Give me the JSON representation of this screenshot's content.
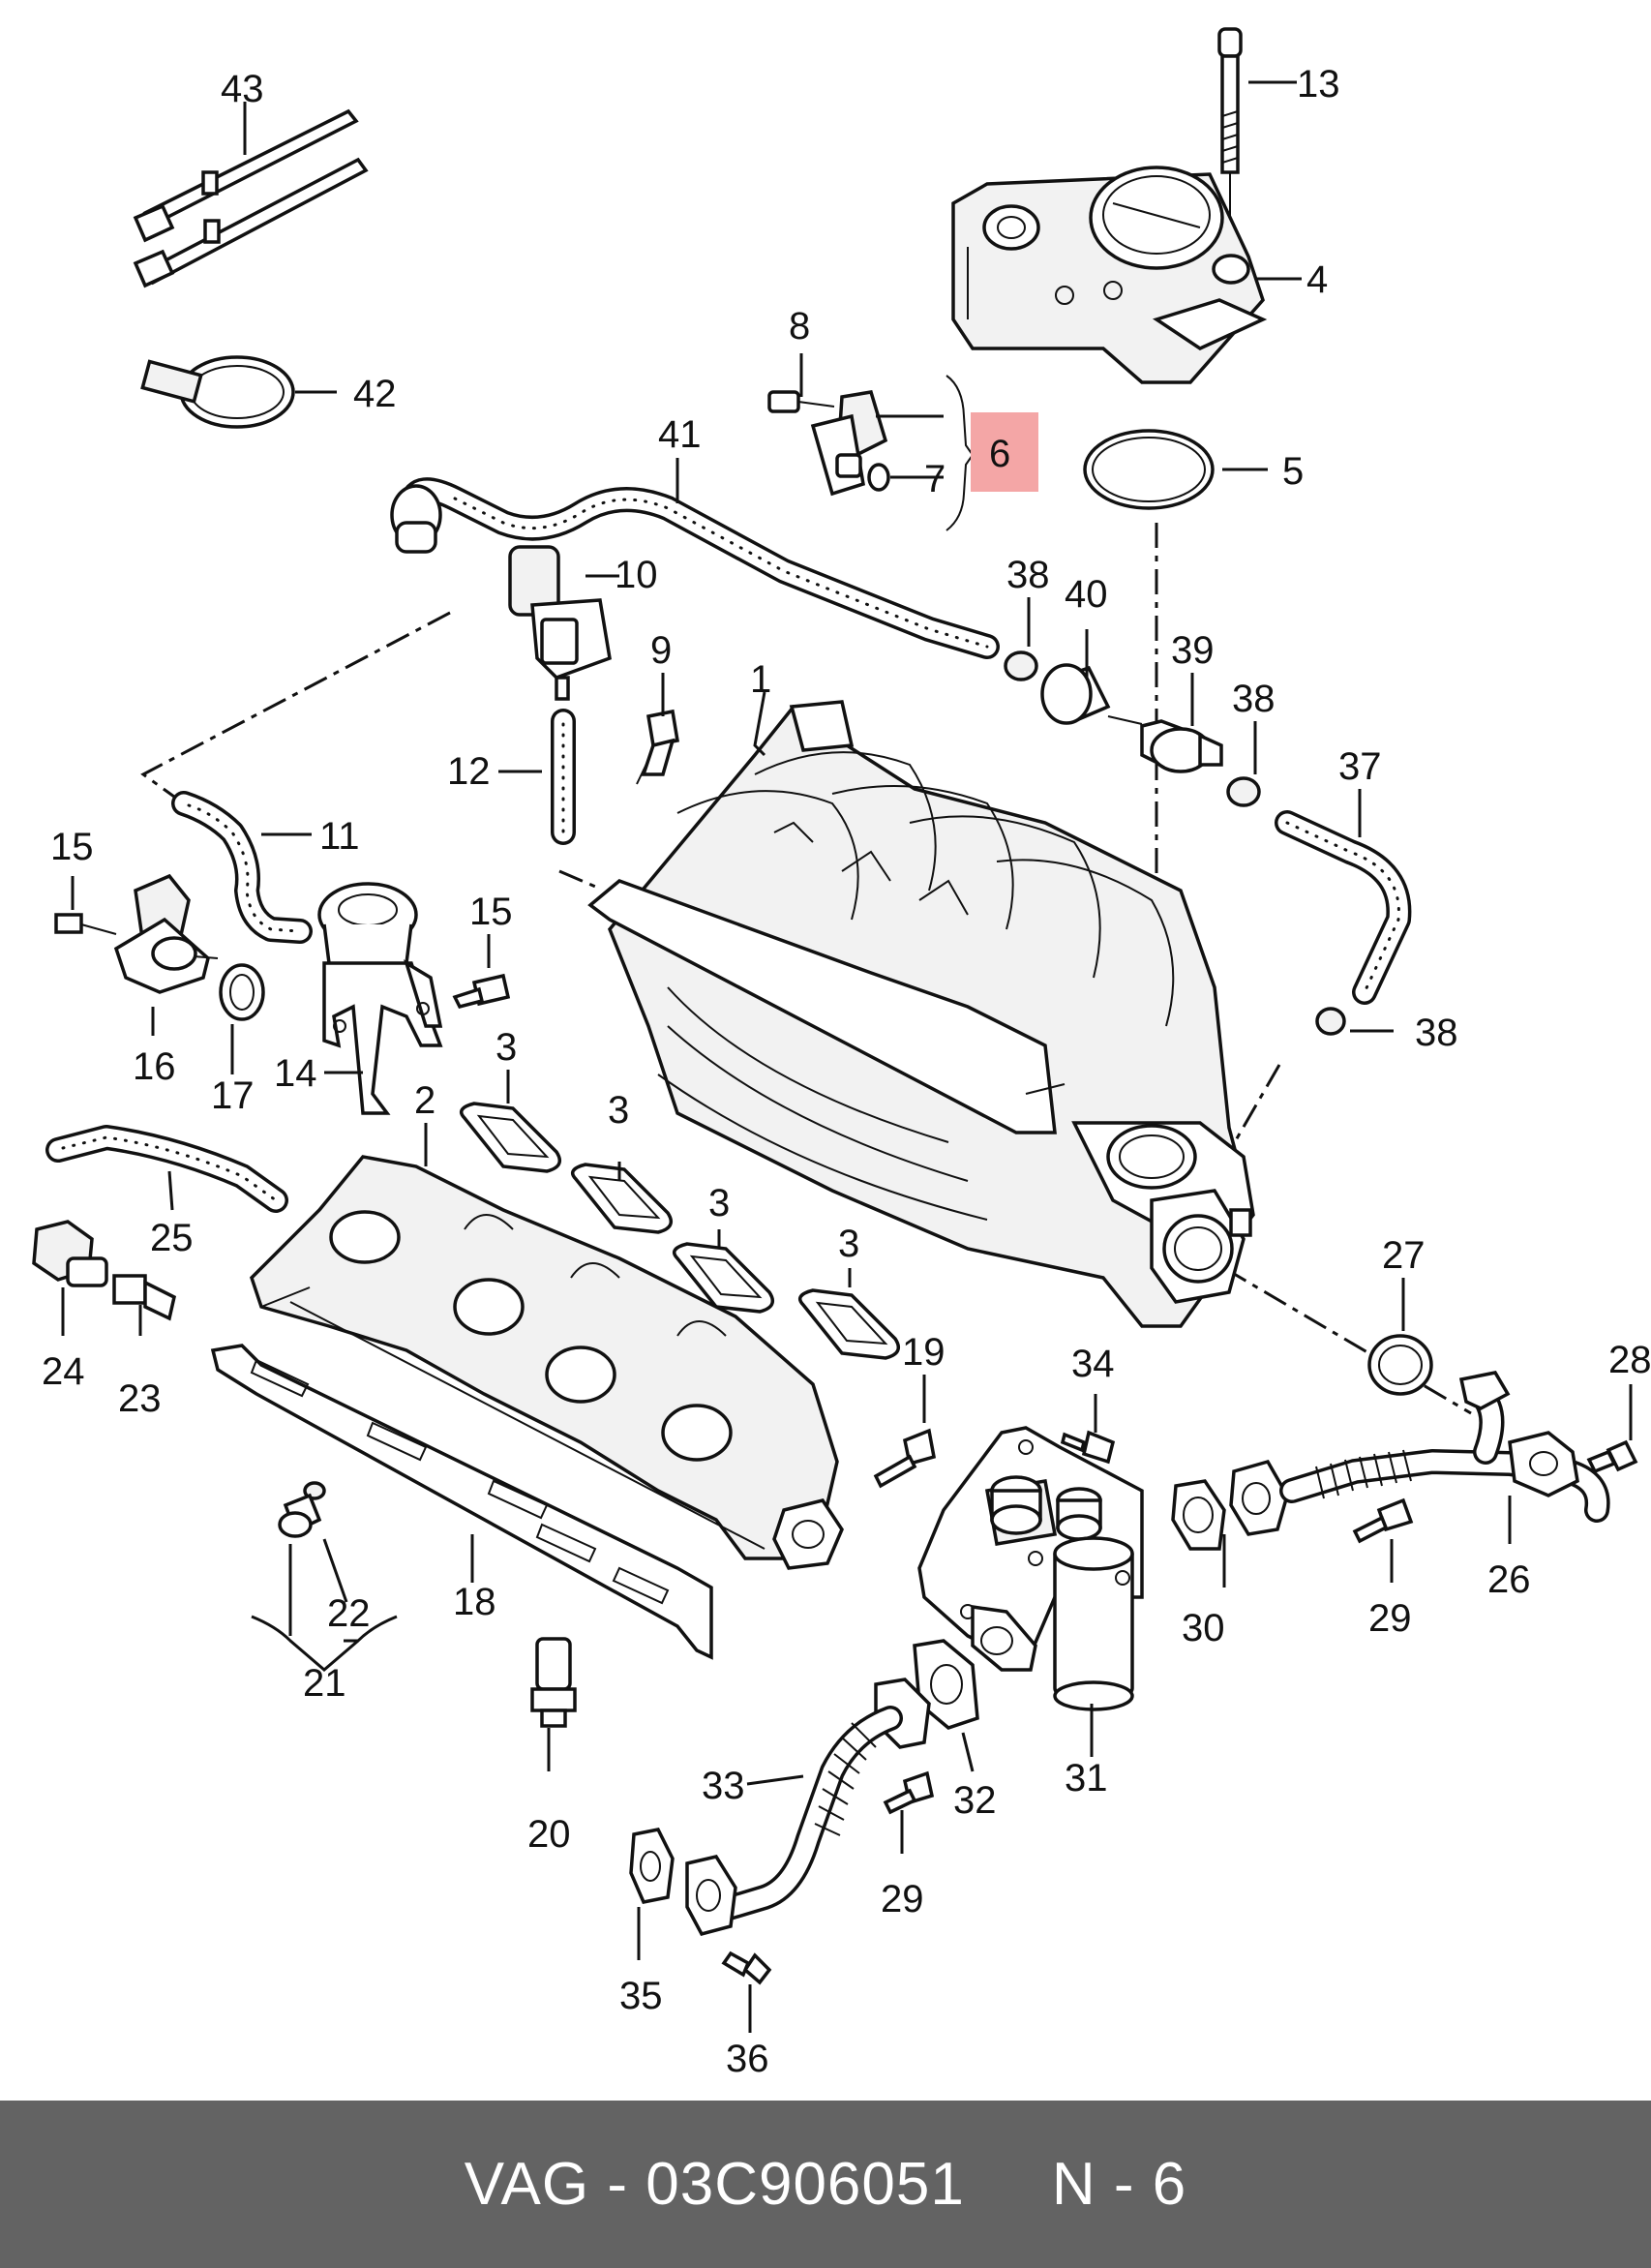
{
  "callouts": [
    {
      "id": "1",
      "label": "1"
    },
    {
      "id": "2",
      "label": "2"
    },
    {
      "id": "3a",
      "label": "3"
    },
    {
      "id": "3b",
      "label": "3"
    },
    {
      "id": "3c",
      "label": "3"
    },
    {
      "id": "3d",
      "label": "3"
    },
    {
      "id": "4",
      "label": "4"
    },
    {
      "id": "5",
      "label": "5"
    },
    {
      "id": "6",
      "label": "6"
    },
    {
      "id": "7",
      "label": "7"
    },
    {
      "id": "8",
      "label": "8"
    },
    {
      "id": "9",
      "label": "9"
    },
    {
      "id": "10",
      "label": "10"
    },
    {
      "id": "11",
      "label": "11"
    },
    {
      "id": "12",
      "label": "12"
    },
    {
      "id": "13",
      "label": "13"
    },
    {
      "id": "14",
      "label": "14"
    },
    {
      "id": "15a",
      "label": "15"
    },
    {
      "id": "15b",
      "label": "15"
    },
    {
      "id": "16",
      "label": "16"
    },
    {
      "id": "17",
      "label": "17"
    },
    {
      "id": "18",
      "label": "18"
    },
    {
      "id": "19",
      "label": "19"
    },
    {
      "id": "20",
      "label": "20"
    },
    {
      "id": "21",
      "label": "21"
    },
    {
      "id": "22",
      "label": "22"
    },
    {
      "id": "23",
      "label": "23"
    },
    {
      "id": "24",
      "label": "24"
    },
    {
      "id": "25",
      "label": "25"
    },
    {
      "id": "26",
      "label": "26"
    },
    {
      "id": "27",
      "label": "27"
    },
    {
      "id": "28",
      "label": "28"
    },
    {
      "id": "29a",
      "label": "29"
    },
    {
      "id": "29b",
      "label": "29"
    },
    {
      "id": "30",
      "label": "30"
    },
    {
      "id": "31",
      "label": "31"
    },
    {
      "id": "32",
      "label": "32"
    },
    {
      "id": "33",
      "label": "33"
    },
    {
      "id": "34",
      "label": "34"
    },
    {
      "id": "35",
      "label": "35"
    },
    {
      "id": "36",
      "label": "36"
    },
    {
      "id": "37",
      "label": "37"
    },
    {
      "id": "38a",
      "label": "38"
    },
    {
      "id": "38b",
      "label": "38"
    },
    {
      "id": "38c",
      "label": "38"
    },
    {
      "id": "39",
      "label": "39"
    },
    {
      "id": "40",
      "label": "40"
    },
    {
      "id": "41",
      "label": "41"
    },
    {
      "id": "42",
      "label": "42"
    },
    {
      "id": "43",
      "label": "43"
    }
  ],
  "highlight": {
    "label": "6",
    "color": "#f4a6a6"
  },
  "footer": {
    "brand": "VAG",
    "separator": "-",
    "part_number": "03C906051",
    "position": "N - 6",
    "background": "#636363"
  }
}
